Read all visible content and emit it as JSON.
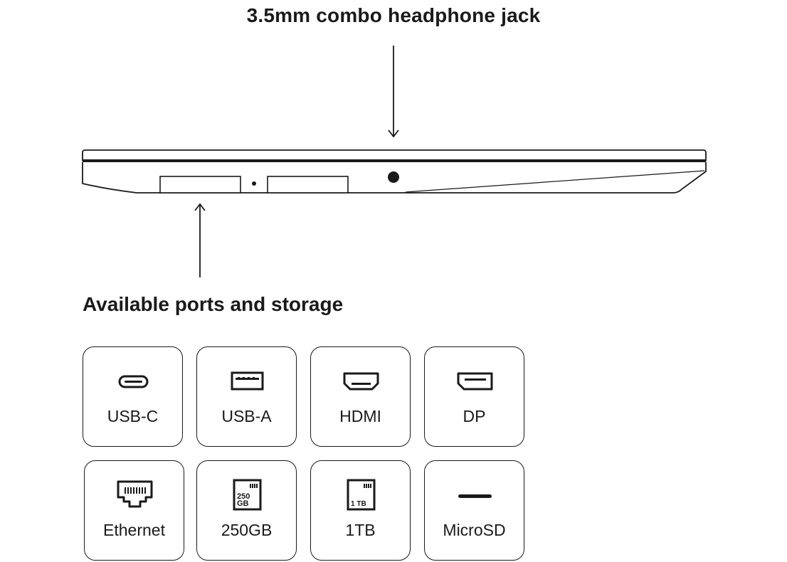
{
  "diagram": {
    "jack_label": "3.5mm combo headphone jack",
    "ports_heading": "Available ports and storage"
  },
  "tiles": [
    {
      "label": "USB-C",
      "icon": "usb-c-icon"
    },
    {
      "label": "USB-A",
      "icon": "usb-a-icon"
    },
    {
      "label": "HDMI",
      "icon": "hdmi-icon"
    },
    {
      "label": "DP",
      "icon": "displayport-icon"
    },
    {
      "label": "Ethernet",
      "icon": "ethernet-icon"
    },
    {
      "label": "250GB",
      "icon": "storage-card-250gb-icon",
      "chip_text": [
        "250",
        "GB"
      ]
    },
    {
      "label": "1TB",
      "icon": "storage-card-1tb-icon",
      "chip_text": "1 TB"
    },
    {
      "label": "MicroSD",
      "icon": "microsd-slot-icon"
    }
  ],
  "colors": {
    "ink": "#1a1a1a",
    "background": "#ffffff"
  }
}
